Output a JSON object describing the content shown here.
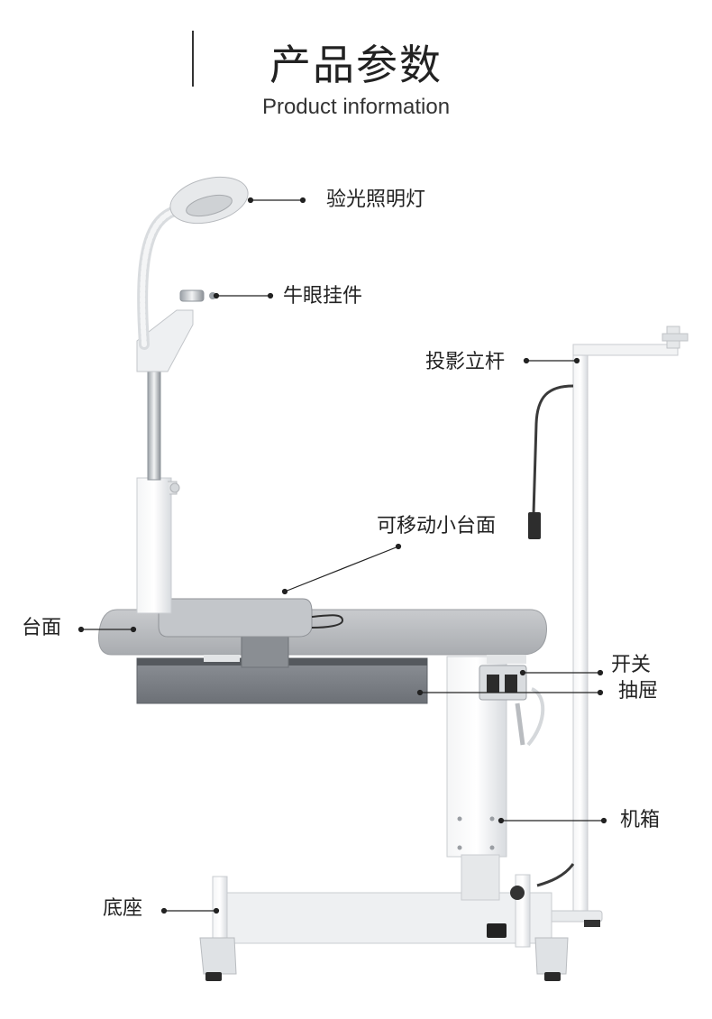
{
  "header": {
    "title": "产品参数",
    "subtitle": "Product information"
  },
  "labels": {
    "lamp": "验光照明灯",
    "bullseye_hanger": "牛眼挂件",
    "projection_pole": "投影立杆",
    "movable_small_tabletop": "可移动小台面",
    "tabletop": "台面",
    "switch": "开关",
    "drawer": "抽屉",
    "cabinet": "机箱",
    "base": "底座"
  },
  "colors": {
    "frame_white": "#eef0f2",
    "table_grey": "#b5b8bc",
    "drawer_grey": "#7c8086",
    "leader_line": "#222222"
  }
}
